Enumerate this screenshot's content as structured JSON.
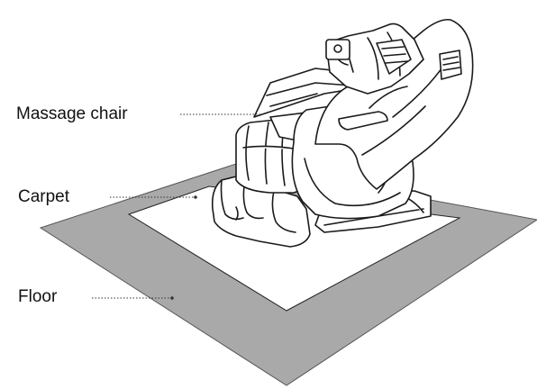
{
  "labels": {
    "chair": "Massage chair",
    "carpet": "Carpet",
    "floor": "Floor"
  },
  "colors": {
    "floor": "#a9a9a9",
    "carpet": "#ffffff",
    "outline": "#1a1a1a",
    "leader": "#333333"
  }
}
